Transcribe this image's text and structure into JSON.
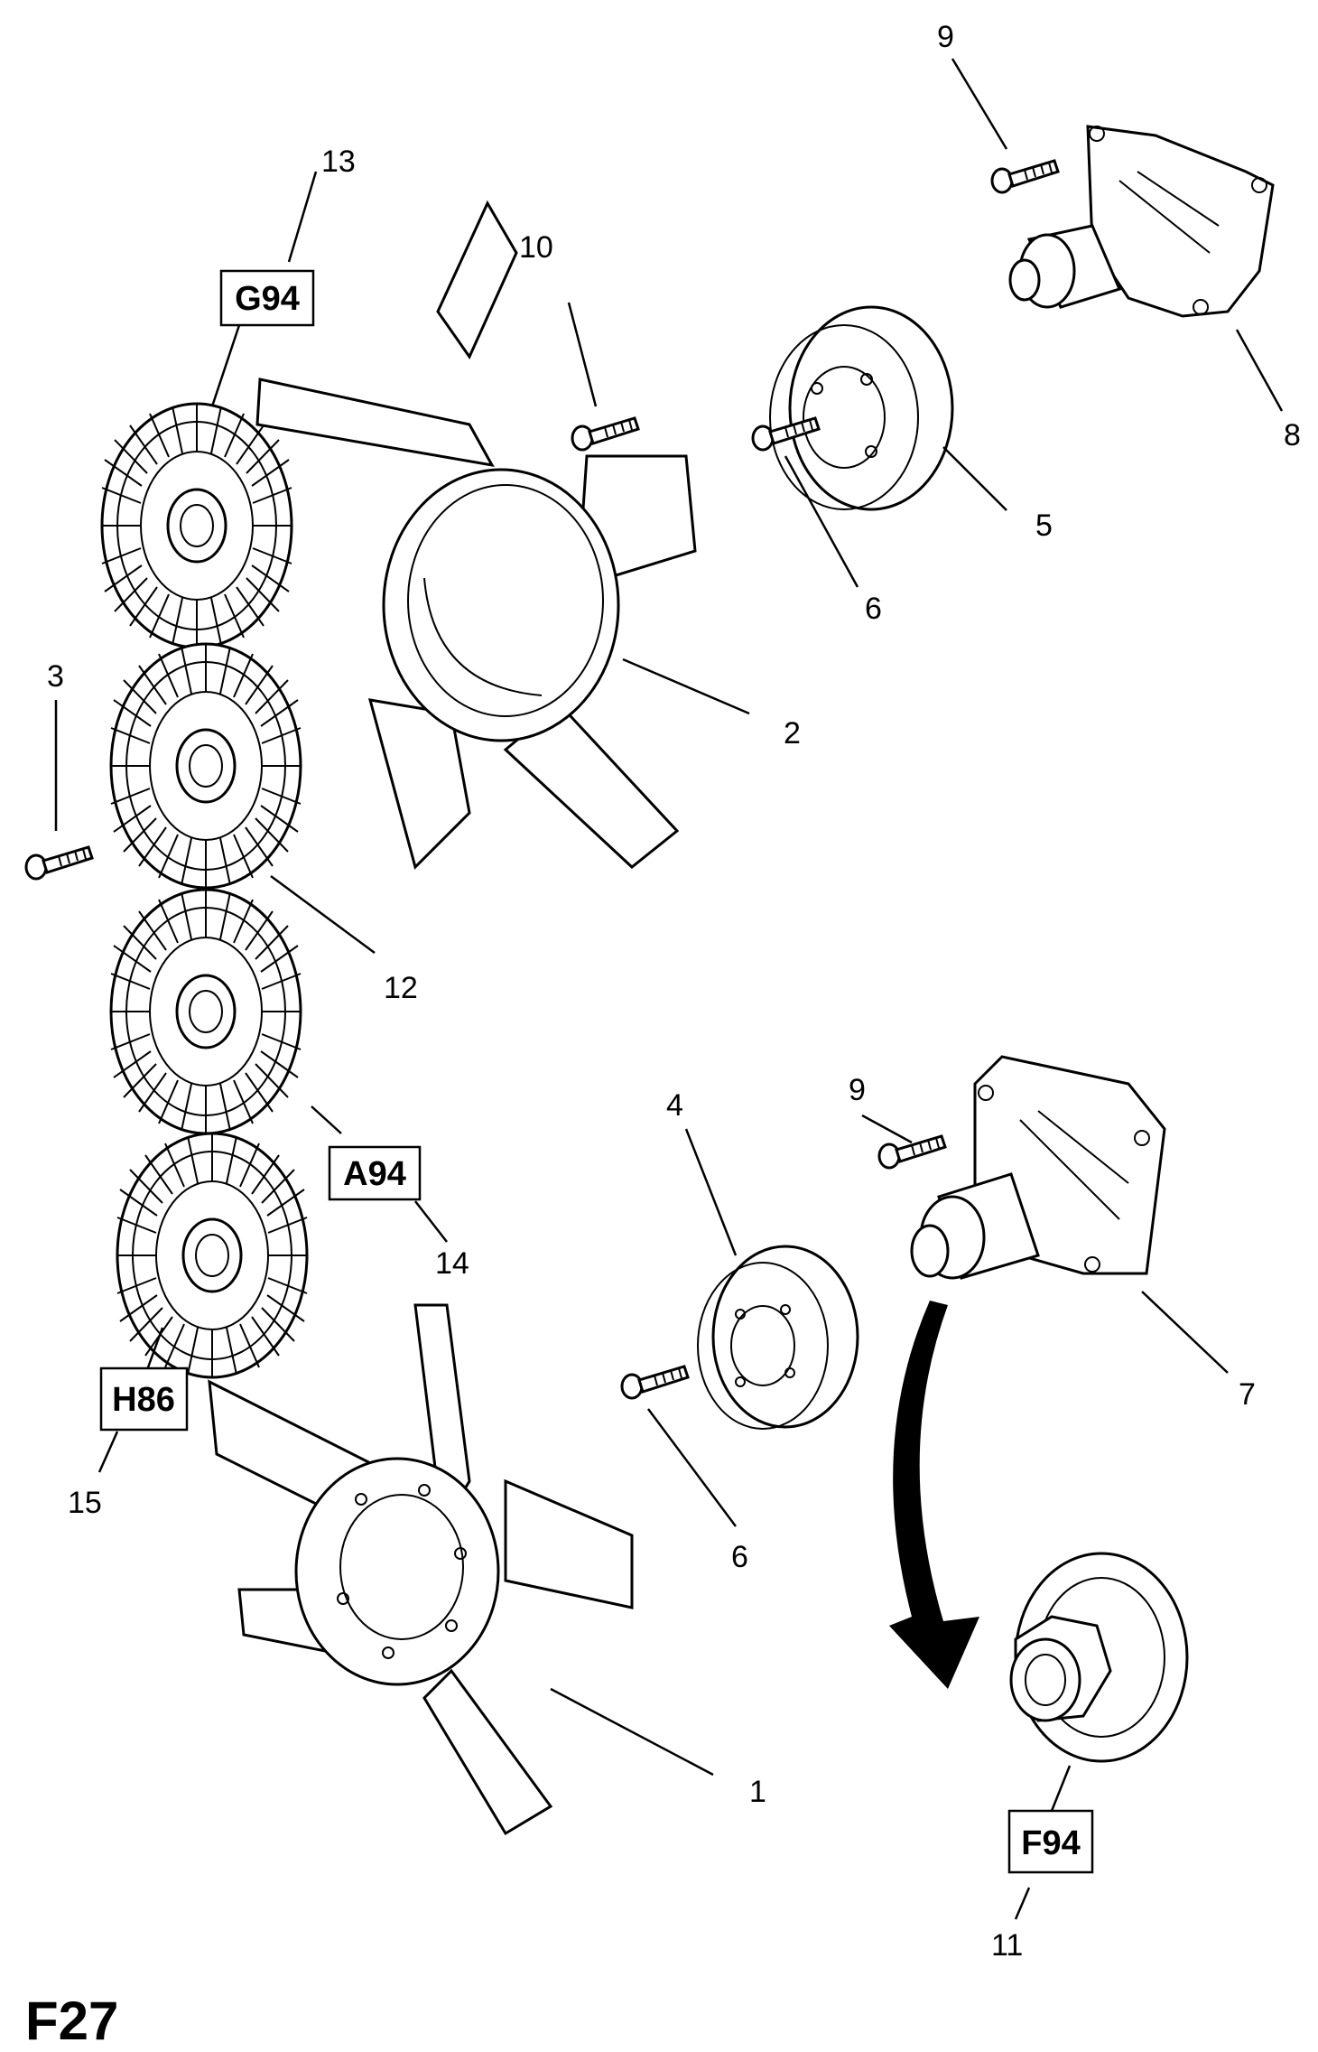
{
  "figure_label": "F27",
  "callouts": [
    {
      "id": "c1",
      "label": "1"
    },
    {
      "id": "c2",
      "label": "2"
    },
    {
      "id": "c3",
      "label": "3"
    },
    {
      "id": "c4",
      "label": "4"
    },
    {
      "id": "c5",
      "label": "5"
    },
    {
      "id": "c6a",
      "label": "6"
    },
    {
      "id": "c6b",
      "label": "6"
    },
    {
      "id": "c7",
      "label": "7"
    },
    {
      "id": "c8",
      "label": "8"
    },
    {
      "id": "c9a",
      "label": "9"
    },
    {
      "id": "c9b",
      "label": "9"
    },
    {
      "id": "c10",
      "label": "10"
    },
    {
      "id": "c11",
      "label": "11"
    },
    {
      "id": "c12",
      "label": "12"
    },
    {
      "id": "c13",
      "label": "13"
    },
    {
      "id": "c14",
      "label": "14"
    },
    {
      "id": "c15",
      "label": "15"
    }
  ],
  "codes": [
    {
      "id": "g94",
      "label": "G94"
    },
    {
      "id": "a94",
      "label": "A94"
    },
    {
      "id": "h86",
      "label": "H86"
    },
    {
      "id": "f94",
      "label": "F94"
    }
  ]
}
